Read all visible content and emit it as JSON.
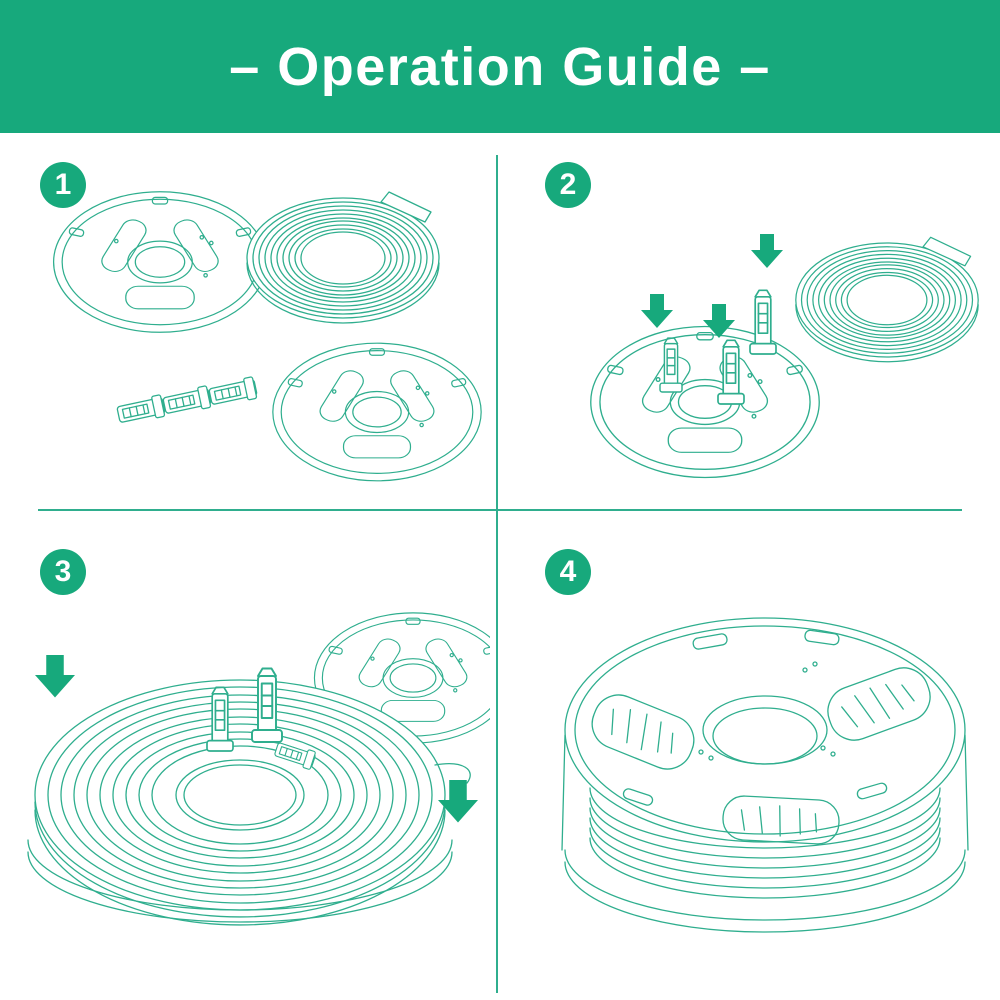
{
  "header": {
    "title": "– Operation Guide –"
  },
  "steps": [
    {
      "number": "1"
    },
    {
      "number": "2"
    },
    {
      "number": "3"
    },
    {
      "number": "4"
    }
  ],
  "colors": {
    "accent": "#17a97c",
    "line": "#2fae8e"
  }
}
